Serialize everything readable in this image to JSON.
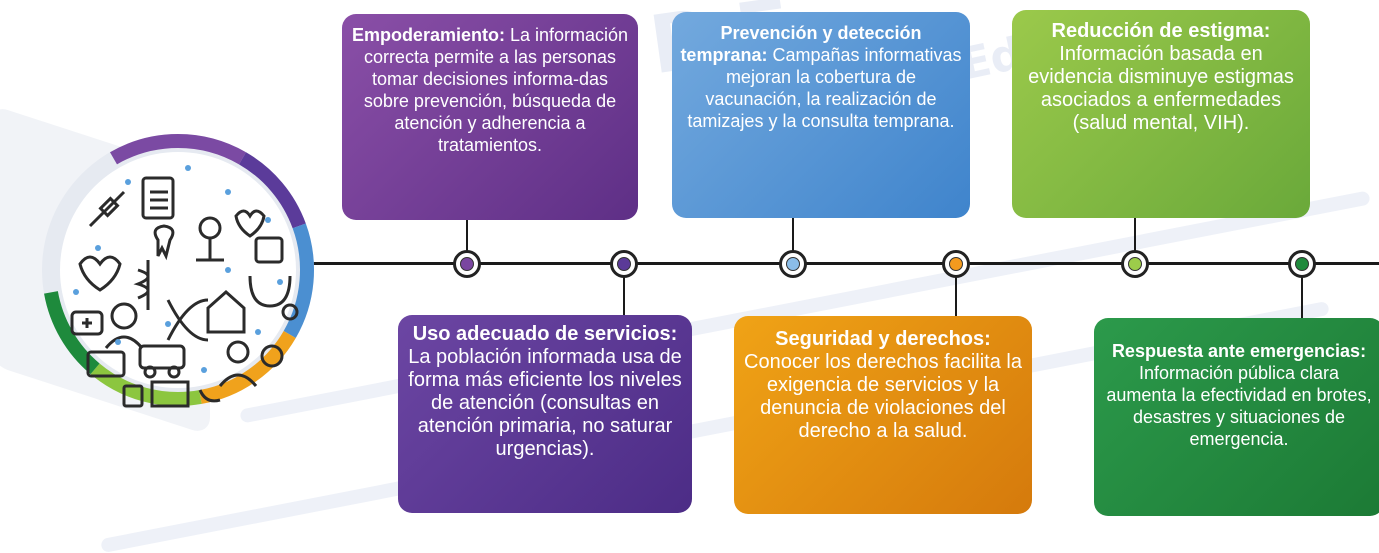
{
  "watermark": {
    "line1": "P E",
    "line2": "Edit"
  },
  "cards": [
    {
      "title": "Empoderamiento",
      "sep": ":",
      "body": " La información correcta permite a las personas tomar decisiones informa-das sobre prevención, búsqueda de atención y adherencia a tratamientos."
    },
    {
      "title": "Prevención y detección temprana",
      "sep": ":",
      "body": " Campañas informativas mejoran la cobertura de vacunación, la realización de tamizajes y la consulta temprana."
    },
    {
      "title": "Reducción de estigma",
      "sep": ":",
      "body": " Información basada en evidencia disminuye estigmas asociados a enfermedades (salud mental, VIH)."
    },
    {
      "title": "Uso adecuado de servicios",
      "sep": ":",
      "body": " La población informada usa de forma más eficiente los niveles de atención (consultas en atención primaria, no saturar urgencias)."
    },
    {
      "title": "Seguridad y derechos",
      "sep": ":",
      "body": " Conocer los derechos facilita la exigencia de servicios y la denuncia de violaciones del derecho a la salud."
    },
    {
      "title": "Respuesta ante emergencias",
      "sep": ":",
      "body": " Información pública clara aumenta la efectividad en brotes, desastres y situaciones de emergencia."
    }
  ],
  "nodes": [
    {
      "color": "#7a46a0"
    },
    {
      "color": "#5b3a98"
    },
    {
      "color": "#8bbde8"
    },
    {
      "color": "#f39a1e"
    },
    {
      "color": "#9ccc4a"
    },
    {
      "color": "#1f8a3c"
    }
  ],
  "ring_colors": [
    "#7b4aa3",
    "#5b3b9a",
    "#4b8fd1",
    "#f0a21c",
    "#8cc63f",
    "#1e8a3c"
  ]
}
